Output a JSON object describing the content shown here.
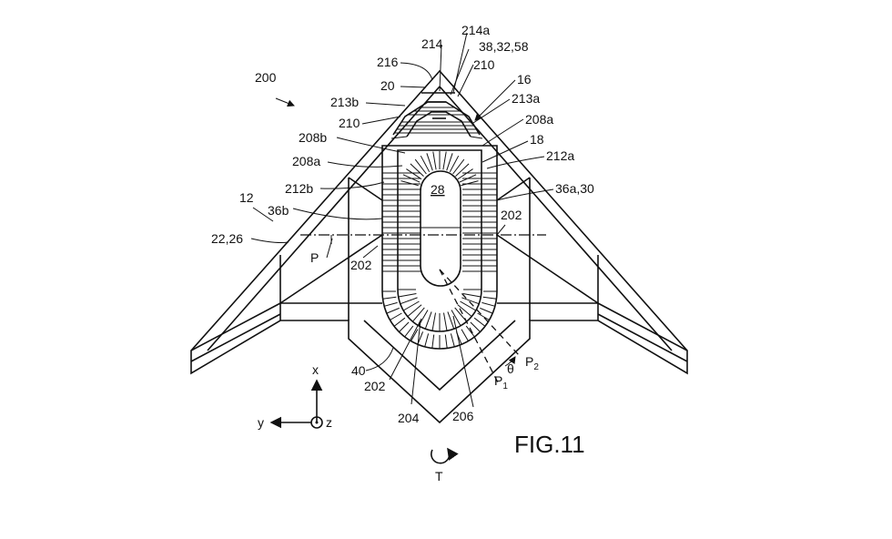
{
  "figure": {
    "caption": "FIG.11",
    "labels": {
      "ref_200": "200",
      "ref_12": "12",
      "ref_22_26": "22,26",
      "ref_P": "P",
      "ref_202_left": "202",
      "ref_202_right": "202",
      "ref_202_bottom": "202",
      "ref_36b": "36b",
      "ref_212b": "212b",
      "ref_208a_left": "208a",
      "ref_208b": "208b",
      "ref_210_left": "210",
      "ref_213b": "213b",
      "ref_20": "20",
      "ref_216": "216",
      "ref_214": "214",
      "ref_214a": "214a",
      "ref_38_32_58": "38,32,58",
      "ref_210_right": "210",
      "ref_16": "16",
      "ref_213a": "213a",
      "ref_208a_right": "208a",
      "ref_18": "18",
      "ref_212a": "212a",
      "ref_36a_30": "36a,30",
      "ref_28": "28",
      "ref_40": "40",
      "ref_204": "204",
      "ref_206": "206",
      "ref_P1": "P",
      "ref_P1_sub": "1",
      "ref_P2": "P",
      "ref_P2_sub": "2",
      "ref_theta": "θ",
      "axis_x": "x",
      "axis_y": "y",
      "axis_z": "z",
      "rotation_T": "T"
    }
  }
}
